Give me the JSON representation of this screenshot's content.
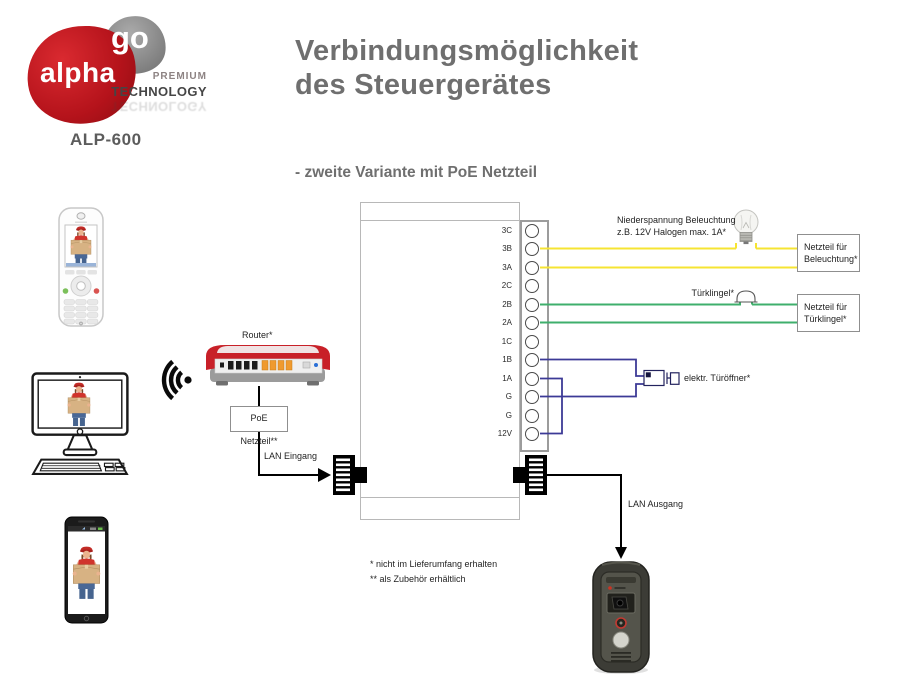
{
  "logo": {
    "alpha": "alpha",
    "go": "go",
    "premium": "PREMIUM",
    "technology": "TECHNOLOGY",
    "model": "ALP-600"
  },
  "header": {
    "title_line1": "Verbindungsmöglichkeit",
    "title_line2": "des Steuergerätes",
    "subtitle": "- zweite Variante mit PoE Netzteil"
  },
  "terminals": [
    "3C",
    "3B",
    "3A",
    "2C",
    "2B",
    "2A",
    "1C",
    "1B",
    "1A",
    "G",
    "G",
    "12V"
  ],
  "labels": {
    "router": "Router*",
    "poe": "PoE Netzteil**",
    "lan_in": "LAN Eingang",
    "lan_out": "LAN Ausgang",
    "lighting_line1": "Niederspannung Beleuchtung",
    "lighting_line2": "z.B. 12V Halogen max. 1A*",
    "doorbell": "Türklingel*",
    "door_opener": "elektr. Türöffner*",
    "psu_lighting_line1": "Netzteil für",
    "psu_lighting_line2": "Beleuchtung*",
    "psu_doorbell_line1": "Netzteil für",
    "psu_doorbell_line2": "Türklingel*",
    "footnote1": "* nicht im Lieferumfang erhalten",
    "footnote2": "** als Zubehör erhältlich"
  },
  "colors": {
    "brand_red": "#b5131b",
    "title_gray": "#6f6f6f",
    "wire_yellow": "#f6e433",
    "wire_green": "#3faf6c",
    "wire_blue": "#3c3a96",
    "wire_black": "#000000",
    "router_red": "#c82028",
    "port_orange": "#ef9a2e",
    "courier_red": "#d0342c",
    "box_tan": "#d7b283"
  }
}
